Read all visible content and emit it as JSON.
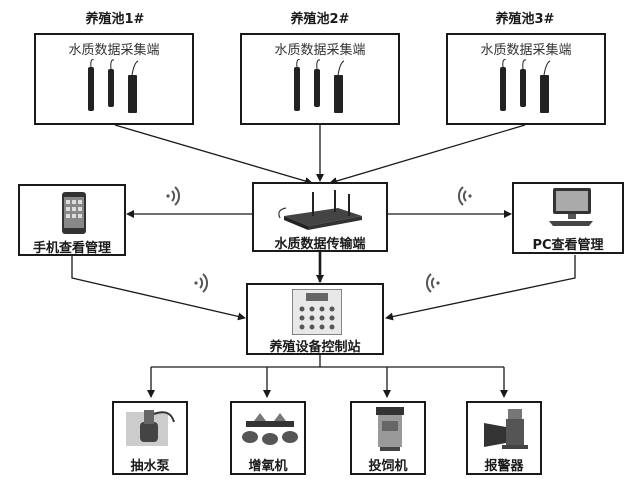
{
  "ponds": [
    {
      "title": "养殖池1#",
      "subtitle": "水质数据采集端"
    },
    {
      "title": "养殖池2#",
      "subtitle": "水质数据采集端"
    },
    {
      "title": "养殖池3#",
      "subtitle": "水质数据采集端"
    }
  ],
  "transmission": {
    "label": "水质数据传输端"
  },
  "mobile": {
    "label": "手机查看管理"
  },
  "pc": {
    "label": "PC查看管理"
  },
  "control": {
    "label": "养殖设备控制站"
  },
  "devices": [
    {
      "label": "抽水泵",
      "icon": "pump-icon"
    },
    {
      "label": "增氧机",
      "icon": "aerator-icon"
    },
    {
      "label": "投饲机",
      "icon": "feeder-icon"
    },
    {
      "label": "报警器",
      "icon": "alarm-icon"
    }
  ],
  "colors": {
    "line": "#1a1a1a",
    "wifi": "#555555"
  }
}
